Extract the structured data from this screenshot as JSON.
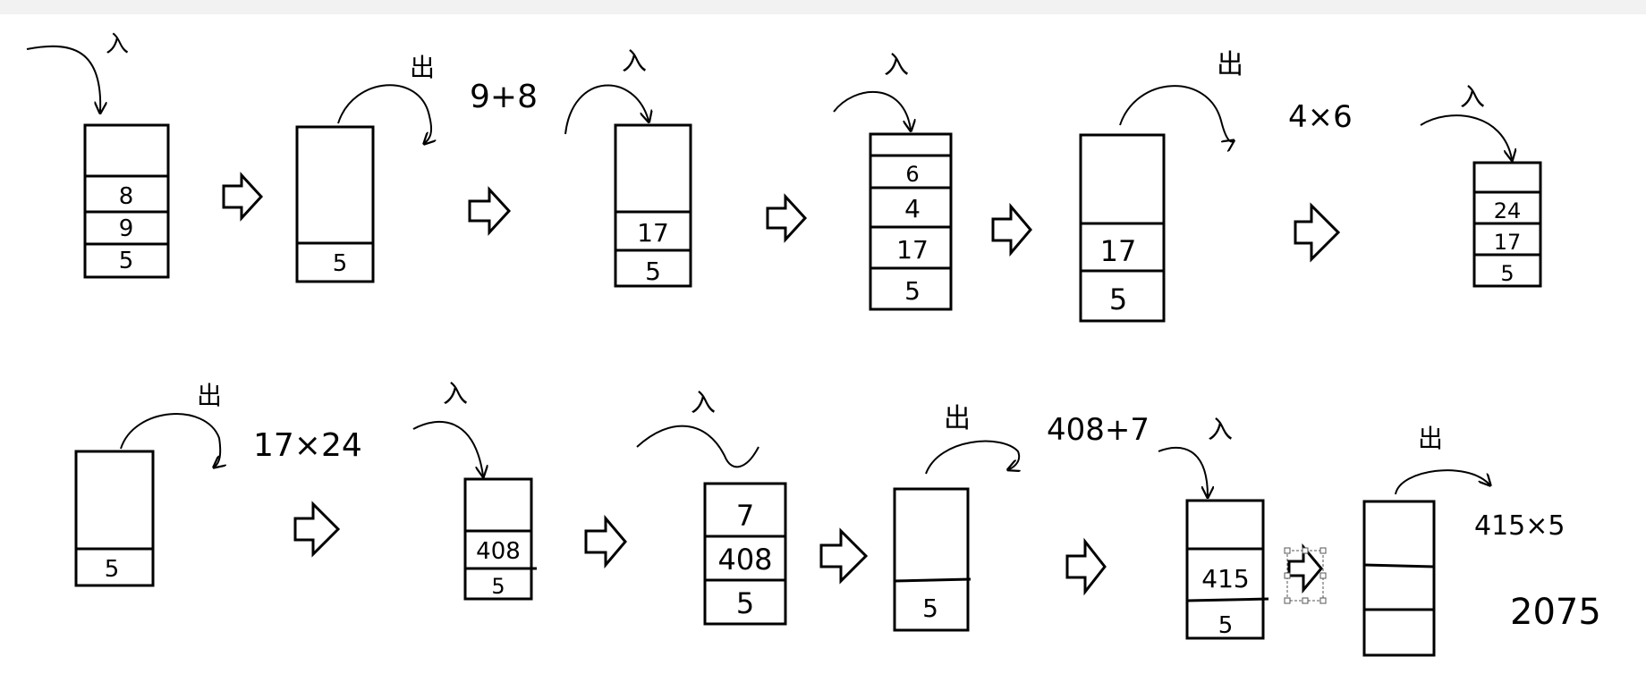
{
  "rows": [
    {
      "steps": [
        {
          "label": "入",
          "cells": [
            "",
            "8",
            "9",
            "5"
          ],
          "note": ""
        },
        {
          "label": "出",
          "cells": [
            "",
            "5"
          ],
          "note": "9+8"
        },
        {
          "label": "入",
          "cells": [
            "",
            "17",
            "5"
          ],
          "note": ""
        },
        {
          "label": "入",
          "cells": [
            "",
            "6",
            "4",
            "17",
            "5"
          ],
          "note": ""
        },
        {
          "label": "出",
          "cells": [
            "",
            "17",
            "5"
          ],
          "note": "4×6"
        },
        {
          "label": "入",
          "cells": [
            "",
            "24",
            "17",
            "5"
          ],
          "note": ""
        }
      ]
    },
    {
      "steps": [
        {
          "label": "出",
          "cells": [
            "",
            "5"
          ],
          "note": "17×24"
        },
        {
          "label": "入",
          "cells": [
            "",
            "408",
            "5"
          ],
          "note": ""
        },
        {
          "label": "入",
          "cells": [
            "7",
            "408",
            "5"
          ],
          "note": ""
        },
        {
          "label": "出",
          "cells": [
            "",
            "5"
          ],
          "note": "408+7"
        },
        {
          "label": "入",
          "cells": [
            "",
            "415",
            "5"
          ],
          "note": ""
        },
        {
          "label": "出",
          "cells": [
            "",
            "",
            ""
          ],
          "note": "415×5"
        }
      ]
    }
  ],
  "result": "2075"
}
